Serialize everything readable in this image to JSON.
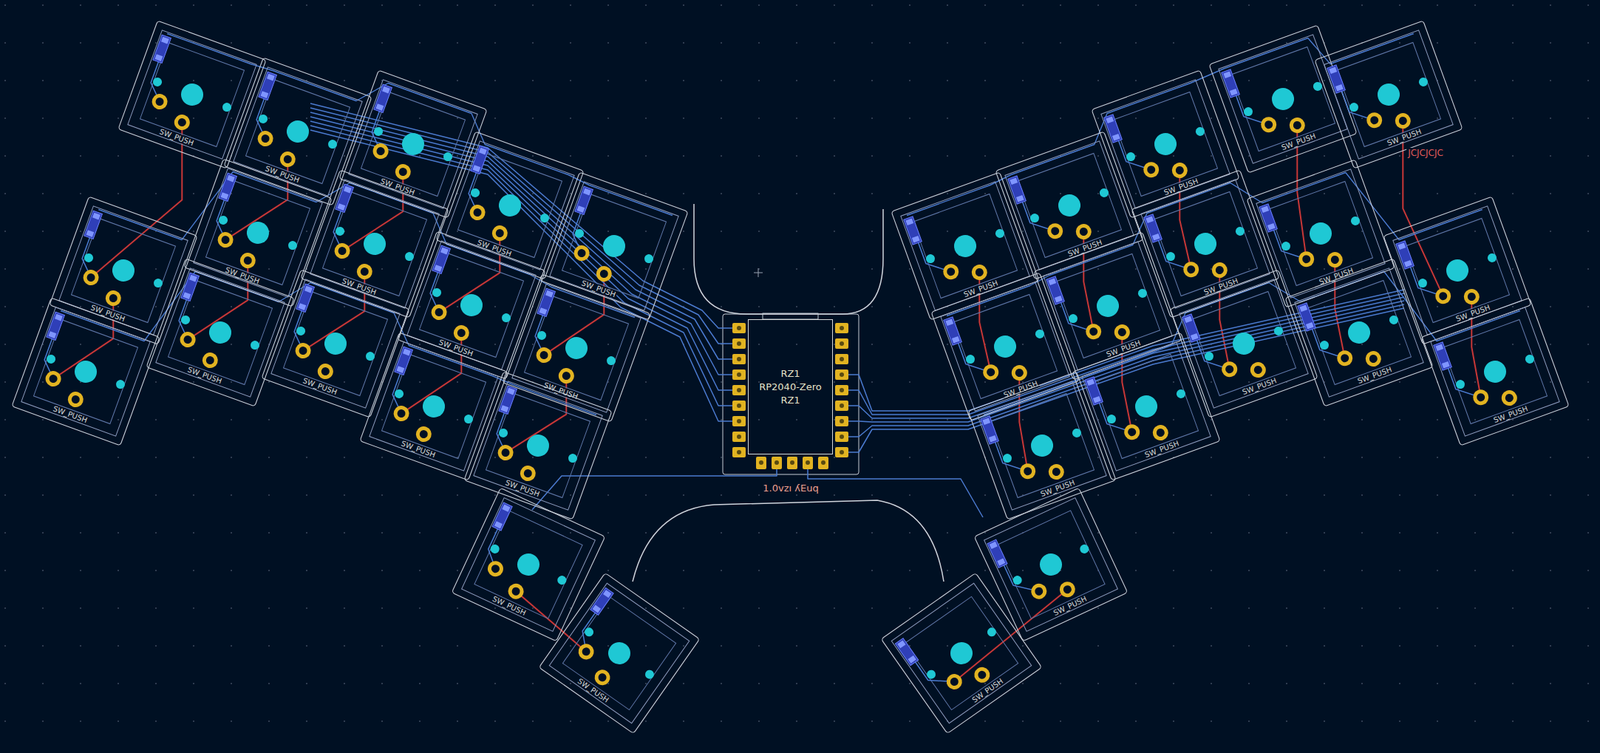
{
  "diagram": {
    "nodes": [
      {
        "text": [
          "SW_PUSH"
        ]
      },
      {
        "text": [
          "SW_PUSH"
        ]
      },
      {
        "text": [
          "SW_PUSH"
        ]
      },
      {
        "text": [
          "SW_PUSH"
        ]
      },
      {
        "text": [
          "SW_PUSH"
        ]
      },
      {
        "text": [
          "SW_PUSH"
        ]
      },
      {
        "text": [
          "SW_PUSH"
        ]
      },
      {
        "text": [
          "SW_PUSH"
        ]
      },
      {
        "text": [
          "SW_PUSH"
        ]
      },
      {
        "text": [
          "SW_PUSH"
        ]
      },
      {
        "text": [
          "SW_PUSH"
        ]
      },
      {
        "text": [
          "SW_PUSH"
        ]
      },
      {
        "text": [
          "SW_PUSH"
        ]
      },
      {
        "text": [
          "SW_PUSH"
        ]
      },
      {
        "text": [
          "SW_PUSH"
        ]
      },
      {
        "text": [
          "SW_PUSH"
        ]
      },
      {
        "text": [
          "SW_PUSH"
        ]
      },
      {
        "text": [
          "RZ1",
          "RP2040-Zero",
          "RZ1"
        ]
      },
      {
        "text": [
          "SW_PUSH"
        ]
      },
      {
        "text": [
          "SW_PUSH"
        ]
      },
      {
        "text": [
          "SW_PUSH"
        ]
      },
      {
        "text": [
          "SW_PUSH"
        ]
      },
      {
        "text": [
          "SW_PUSH"
        ]
      },
      {
        "text": [
          "SW_PUSH"
        ]
      },
      {
        "text": [
          "SW_PUSH"
        ]
      },
      {
        "text": [
          "SW_PUSH"
        ]
      },
      {
        "text": [
          "SW_PUSH"
        ]
      },
      {
        "text": [
          "SW_PUSH"
        ]
      },
      {
        "text": [
          "SW_PUSH"
        ]
      },
      {
        "text": [
          "SW_PUSH"
        ]
      },
      {
        "text": [
          "SW_PUSH"
        ]
      },
      {
        "text": [
          "SW_PUSH"
        ]
      },
      {
        "text": [
          "SW_PUSH"
        ]
      },
      {
        "text": [
          "SW_PUSH"
        ]
      },
      {
        "text": [
          "SW_PUSH"
        ]
      }
    ],
    "labels": [
      "1.0vzı ʎEuq",
      "JCJCJCJC"
    ]
  }
}
